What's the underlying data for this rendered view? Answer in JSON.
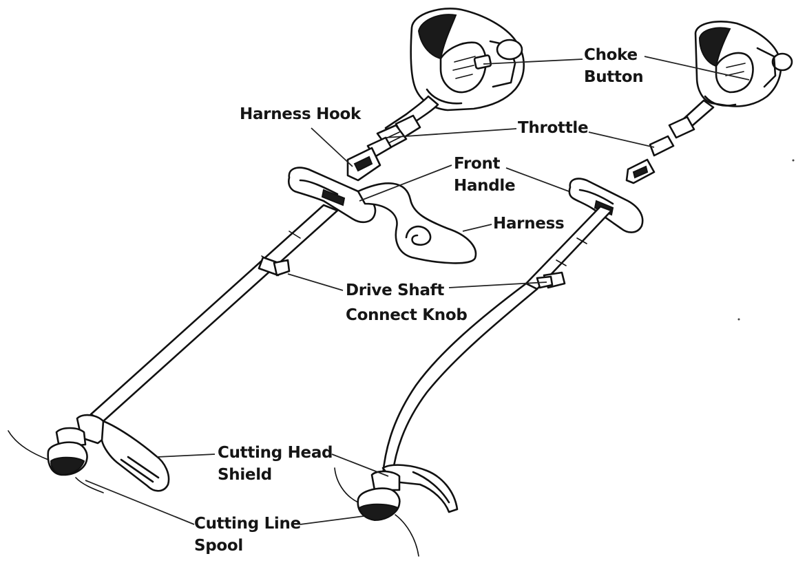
{
  "labels": {
    "choke_button": [
      "Choke",
      "Button"
    ],
    "harness_hook": "Harness Hook",
    "throttle": "Throttle",
    "front_handle": [
      "Front",
      "Handle"
    ],
    "harness": "Harness",
    "drive_shaft_connect_knob": [
      "Drive Shaft",
      "Connect Knob"
    ],
    "cutting_head_shield": [
      "Cutting Head",
      "Shield"
    ],
    "cutting_line_spool": [
      "Cutting Line",
      "Spool"
    ]
  },
  "icons": {
    "left_trimmer": "straight-shaft-trimmer-icon",
    "right_trimmer": "curved-shaft-trimmer-icon"
  }
}
